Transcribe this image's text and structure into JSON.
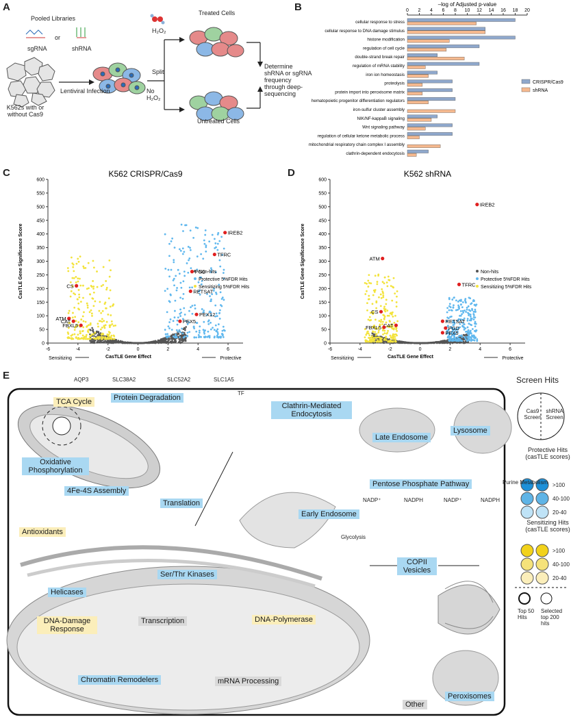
{
  "panelA": {
    "letter": "A",
    "pooled": "Pooled Libraries",
    "sgrna": "sgRNA",
    "or": "or",
    "shrna": "shRNA",
    "cells": "K562s with or without Cas9",
    "infection": "Lentiviral Infection",
    "split": "Split",
    "h2o2": "H₂O₂",
    "no_h2o2": "No H₂O₂",
    "treated": "Treated Cells",
    "untreated": "Untreated Cells",
    "determine": "Determine shRNA or sgRNA frequency through deep-sequencing"
  },
  "panelB": {
    "letter": "B",
    "chart_data": {
      "type": "bar",
      "title": "–log of Adjusted p-value",
      "categories": [
        "cellular response to stress",
        "cellular response to DNA damage stimulus",
        "histone modification",
        "regulation of cell cycle",
        "double-strand break repair",
        "regulation of mRNA stability",
        "iron ion homeostasis",
        "proteolysis",
        "protein import into peroxisome matrix",
        "hematopoietic progenitor differentiation regulators",
        "iron-sulfur cluster assembly",
        "NIK/NF-kappaB signaling",
        "Wnt signaling pathway",
        "regulation of cellular ketone metabolic process",
        "mitochondrial respiratory chain complex I assembly",
        "clathrin-dependent endocytosis"
      ],
      "series": [
        {
          "name": "CRISPR/Cas9",
          "color": "#8fa8cc",
          "values": [
            18,
            13,
            18,
            12,
            5,
            12,
            5,
            7.5,
            7.5,
            8,
            0,
            5,
            7.5,
            7.5,
            0,
            3.5
          ]
        },
        {
          "name": "shRNA",
          "color": "#f5b98f",
          "values": [
            11.5,
            13,
            7,
            6.5,
            9.5,
            3,
            3.5,
            2.5,
            2.5,
            3.5,
            8,
            4,
            3,
            2,
            5.5,
            1.5
          ]
        }
      ],
      "xlim": [
        0,
        20
      ],
      "xticks": [
        0,
        2,
        4,
        6,
        8,
        10,
        12,
        14,
        16,
        18,
        20
      ],
      "legend": "right"
    }
  },
  "panelC": {
    "letter": "C",
    "chart_data": {
      "type": "scatter",
      "title": "K562 CRISPR/Cas9",
      "xlabel": "CasTLE Gene Effect",
      "ylabel": "CasTLE Gene Significance Score",
      "xlim": [
        -6,
        7
      ],
      "ylim": [
        0,
        600
      ],
      "xticks": [
        -6,
        -4,
        -2,
        0,
        2,
        4,
        6
      ],
      "yticks": [
        0,
        50,
        100,
        150,
        200,
        250,
        300,
        350,
        400,
        450,
        500,
        550,
        600
      ],
      "legend": [
        "Non-hits",
        "Protective 5%FDR Hits",
        "Sensitizing 5%FDR Hits"
      ],
      "highlighted": [
        {
          "label": "IREB2",
          "x": 5.8,
          "y": 405
        },
        {
          "label": "TFRC",
          "x": 5.1,
          "y": 325
        },
        {
          "label": "PGD",
          "x": 3.6,
          "y": 262
        },
        {
          "label": "RETSAT",
          "x": 3.5,
          "y": 190
        },
        {
          "label": "PEX12",
          "x": 3.9,
          "y": 105
        },
        {
          "label": "PEX5",
          "x": 2.8,
          "y": 80
        },
        {
          "label": "CS",
          "x": -4.1,
          "y": 210
        },
        {
          "label": "ATM",
          "x": -4.6,
          "y": 90
        },
        {
          "label": "CAT",
          "x": -4.3,
          "y": 80
        },
        {
          "label": "FBXL5",
          "x": -3.8,
          "y": 65
        }
      ],
      "left_label": "Sensitizing",
      "right_label": "Protective"
    }
  },
  "panelD": {
    "letter": "D",
    "chart_data": {
      "type": "scatter",
      "title": "K562 shRNA",
      "xlabel": "CasTLE Gene Effect",
      "ylabel": "CasTLE Gene Significance Score",
      "xlim": [
        -6,
        7
      ],
      "ylim": [
        0,
        600
      ],
      "xticks": [
        -6,
        -4,
        -2,
        0,
        2,
        4,
        6
      ],
      "yticks": [
        0,
        50,
        100,
        150,
        200,
        250,
        300,
        350,
        400,
        450,
        500,
        550,
        600
      ],
      "legend": [
        "Non-hits",
        "Protective 5%FDR Hits",
        "Sensitizing 5%FDR Hits"
      ],
      "highlighted": [
        {
          "label": "IREB2",
          "x": 3.8,
          "y": 508
        },
        {
          "label": "TFRC",
          "x": 2.6,
          "y": 215
        },
        {
          "label": "ATM",
          "x": -2.5,
          "y": 310
        },
        {
          "label": "CS",
          "x": -2.6,
          "y": 115
        },
        {
          "label": "RETSAT",
          "x": 1.5,
          "y": 80
        },
        {
          "label": "CAT",
          "x": -1.6,
          "y": 65
        },
        {
          "label": "FBXL5",
          "x": -2.4,
          "y": 58
        },
        {
          "label": "PGD",
          "x": 1.7,
          "y": 55
        },
        {
          "label": "PEX5",
          "x": 1.5,
          "y": 38
        }
      ],
      "left_label": "Sensitizing",
      "right_label": "Protective"
    }
  },
  "panelE": {
    "letter": "E",
    "top_genes": [
      "AQP3",
      "SLC38A2",
      "SLC52A2",
      "SLC1A5"
    ],
    "boxes": {
      "tca": "TCA Cycle",
      "oxphos": "Oxidative Phosphorylation",
      "protein_deg": "Protein Degradation",
      "fe4s": "4Fe-4S Assembly",
      "translation": "Translation",
      "antioxidants": "Antioxidants",
      "helicases": "Helicases",
      "dna_damage": "DNA-Damage Response",
      "ser_thr": "Ser/Thr Kinases",
      "transcription": "Transcription",
      "dna_pol": "DNA-Polymerase",
      "chromatin": "Chromatin Remodelers",
      "mrna": "mRNA Processing",
      "clathrin": "Clathrin-Mediated Endocytosis",
      "late_endo": "Late Endosome",
      "lysosome": "Lysosome",
      "ppp": "Pentose Phosphate Pathway",
      "early_endo": "Early Endosome",
      "copii": "COPII Vesicles",
      "peroxisomes": "Peroxisomes",
      "other": "Other"
    },
    "legend": {
      "title": "Screen Hits",
      "cas9": "Cas9 Screen",
      "shrna": "shRNA Screen",
      "protective": "Protective Hits (casTLE scores)",
      "sensitizing": "Sensitizing Hits (casTLE scores)",
      "ranges": [
        ">100",
        "40-100",
        "20-40"
      ],
      "top50": "Top 50 Hits",
      "top200": "Selected top 200 hits"
    },
    "ppp": {
      "nadp1": "NADP⁺",
      "nadph1": "NADPH",
      "nadp2": "NADP⁺",
      "nadph2": "NADPH",
      "purine": "Purine Metabolism",
      "glycolysis": "Glycolysis"
    },
    "tf": "TF"
  },
  "colors": {
    "blue": "#1e90d8",
    "lightblue": "#a9d8f2",
    "yellow": "#f2d21b",
    "lightyellow": "#fbeeba",
    "sens": "#f3e33c",
    "nonhit": "#555555",
    "red": "#e02020"
  }
}
